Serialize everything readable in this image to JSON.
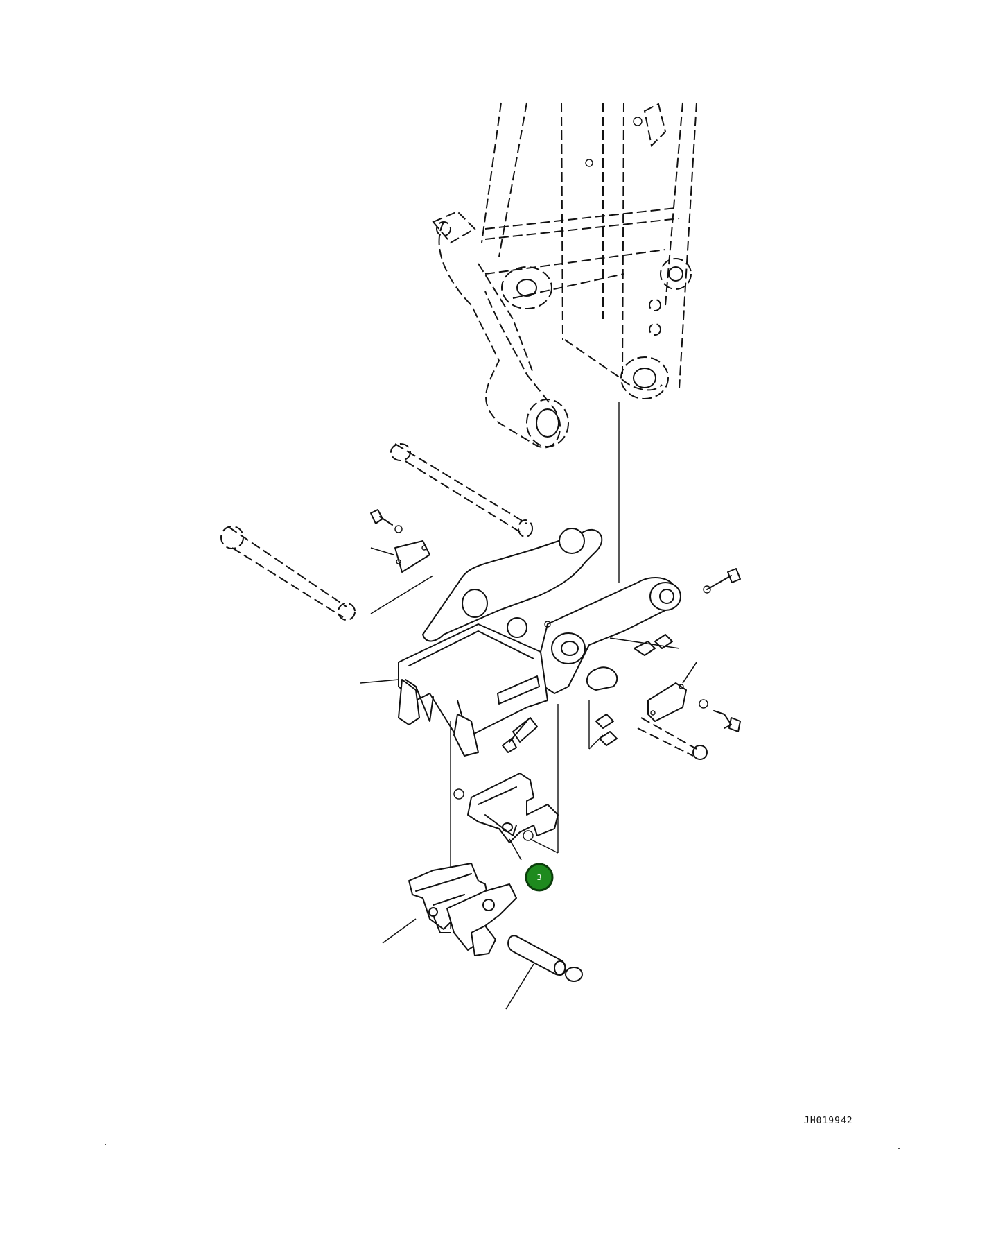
{
  "diagram": {
    "drawing_number": "JH019942",
    "callouts": [
      {
        "id": "callout-3",
        "label": "3",
        "color": "#1e8a1e"
      }
    ]
  }
}
